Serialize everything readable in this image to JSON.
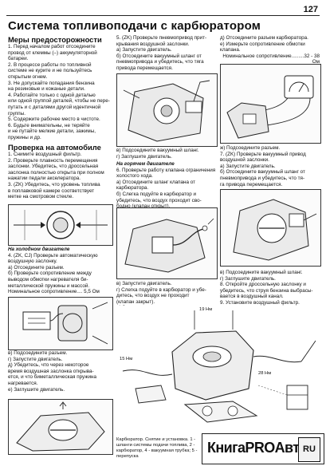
{
  "page": {
    "number": "127",
    "title": "Система топливоподачи с карбюратором"
  },
  "safety": {
    "heading": "Меры предосторожности",
    "lines": [
      "1. Перед началом работ отсоедините",
      "провод от клеммы (–) аккумуляторной",
      "батареи.",
      "2. В процессе работы по топливной",
      "системе не курите и не пользуйтесь",
      "открытым огнем.",
      "3. Не допускайте попадания бензина",
      "на резиновые и кожаные детали.",
      "4. Работайте только с одной деталью",
      "или одной группой деталей, чтобы не пере-",
      "путать и с деталями другой идентичной",
      "группы.",
      "5. Содержите рабочее место в чистоте.",
      "6. Будьте внимательны, не теряйте",
      "и не путайте мелкие детали, зажимы,",
      "пружины и др."
    ]
  },
  "vehicle_check": {
    "heading": "Проверка на автомобиле",
    "lines": [
      "1. Снимите воздушный фильтр.",
      "2. Проверьте плавность перемещения",
      "заслонки. Убедитесь, что дроссельная",
      "заслонка полностью открыта при полном",
      "нажатии педали акселератора.",
      "3. (ZK) Убедитесь, что уровень топлива",
      "в поплавковой камере соответствует",
      "метке на смотровом стекле."
    ]
  },
  "cold_engine": {
    "heading": "На холодном двигателе",
    "lines": [
      "4. (ZK, CJ) Проверьте автоматическую",
      "воздушную заслонку.",
      "а) Отсоедините разъем.",
      "б) Проверьте сопротивление между",
      "выводом обмотки нагревателя би-",
      "металлической пружины и массой."
    ],
    "resistance_label": "Номинальное сопротивление.... 5,5 Ом",
    "after_lines": [
      "в) Подсоедините разъем.",
      "г) Запустите двигатель.",
      "д) Убедитесь, что через некоторое",
      "время воздушная заслонка открыва-",
      "ется, и что биметаллическая пружина",
      "нагревается.",
      "е) Заглушите двигатель."
    ]
  },
  "col2_top": {
    "lines": [
      "5. (ZK) Проверьте пневмопривод прит-",
      "крывания воздушной заслонки.",
      "а) Запустите двигатель.",
      "б) Отсоедините вакуумный шланг от",
      "пневмопривода и убедитесь, что тяга",
      "привода перемещается."
    ],
    "after_lines": [
      "в) Подсоедините вакуумный шланг.",
      "г) Заглушите двигатель."
    ]
  },
  "hot_engine": {
    "heading": "На горячем двигателе",
    "lines": [
      "6. Проверьте работу клапана ограничения",
      "холостого хода.",
      "а) Отсоедините шланг клапана от",
      "карбюратора.",
      "б) Слегка подуйте в карбюратор и",
      "убедитесь, что воздух проходит сво-",
      "бодно (клапан открыт)."
    ],
    "after_lines": [
      "в) Запустите двигатель.",
      "г) Слегка подуйте в карбюратор и убе-",
      "дитесь, что воздух не проходит",
      "(клапан закрыт).",
      "д) Заглушите двигатель."
    ]
  },
  "col3_top": {
    "lines": [
      "д) Отсоедините разъем карбюратора.",
      "е) Измерьте сопротивление обмотки",
      "клапана."
    ],
    "resistance_label": "Номинальное сопротивление.........32 - 38 Ом",
    "after_lines": [
      "ж) Подсоедините разъем.",
      "7. (ZK) Проверьте вакуумный привод",
      "воздушной заслонки.",
      "а) Запустите двигатель.",
      "б) Отсоедините вакуумный шланг от",
      "пневмопривода и убедитесь, что тя-",
      "га привода перемещается."
    ],
    "final_lines": [
      "в) Подсоедините вакуумный шланг.",
      "г) Заглушите двигатель.",
      "8. Откройте дроссельную заслонку и",
      "убедитесь, что струя бензина выбрасы-",
      "вается в воздушный канал.",
      "9. Установите воздушный фильтр."
    ]
  },
  "exploded": {
    "labels": [
      "15 Нм",
      "19 Нм",
      "28 Нм"
    ]
  },
  "caption": {
    "text": "Карбюратор. Снятие и установка. 1 - шланги системы подачи топлива, 2 - карбюратор, 4 - вакуумная трубка; 5 - перепуска"
  },
  "watermark": {
    "brand": "КнигаPROАвто",
    "suffix": "RU"
  },
  "colors": {
    "ink": "#111111",
    "rule": "#222222",
    "background": "#ffffff"
  }
}
